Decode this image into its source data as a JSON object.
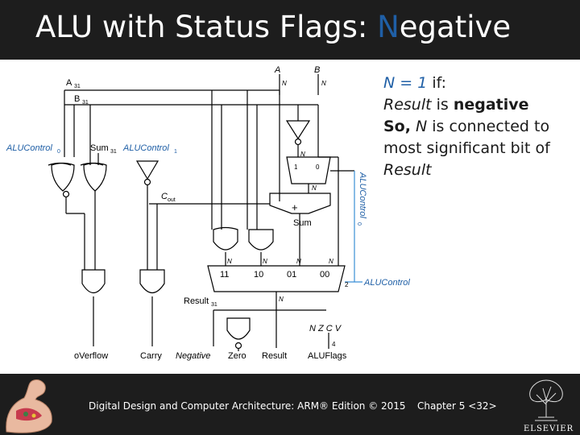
{
  "slide": {
    "title_prefix": "ALU with Status Flags: ",
    "title_accent": "N",
    "title_suffix": "egative",
    "bullet1_var": "N = 1",
    "bullet1_rest": " if:",
    "bullet2_ital": "Result",
    "bullet2_mid": " is ",
    "bullet2_bold": "negative",
    "bullet3_bold": "So,",
    "bullet3_sp": " ",
    "bullet3_ital": "N",
    "bullet3_rest": " is connected to most significant bit of ",
    "bullet3_ital2": "Result"
  },
  "diagram": {
    "A": "A",
    "B": "B",
    "N": "N",
    "A31": "A",
    "B31": "B",
    "sub31": "31",
    "aluctrl0": "ALUControl",
    "aluctrl0_sub": "0",
    "sum31": "Sum",
    "sum31_sub": "31",
    "aluctrl1": "ALUControl",
    "aluctrl1_sub": "1",
    "cout": "C",
    "cout_sub": "out",
    "mux_1": "1",
    "mux_0": "0",
    "sum": "Sum",
    "aluctrl0_v": "ALUControl",
    "aluctrl0_v_sub": "0",
    "sel11": "11",
    "sel10": "10",
    "sel01": "01",
    "sel00": "00",
    "two": "2",
    "aluctrl": "ALUControl",
    "result31": "Result",
    "result31_sub": "31",
    "nzcv": "N Z C V",
    "four": "4",
    "overflow": "oVerflow",
    "carry": "Carry",
    "negative": "Negative",
    "zero": "Zero",
    "result": "Result",
    "aluflags": "ALUFlags"
  },
  "footer": {
    "left": "Digital Design and Computer Architecture: ARM® Edition © 2015",
    "right": "Chapter 5 <32>",
    "publisher": "ELSEVIER"
  },
  "colors": {
    "accent_blue": "#1f5fa6",
    "bar": "#1d1d1d"
  }
}
